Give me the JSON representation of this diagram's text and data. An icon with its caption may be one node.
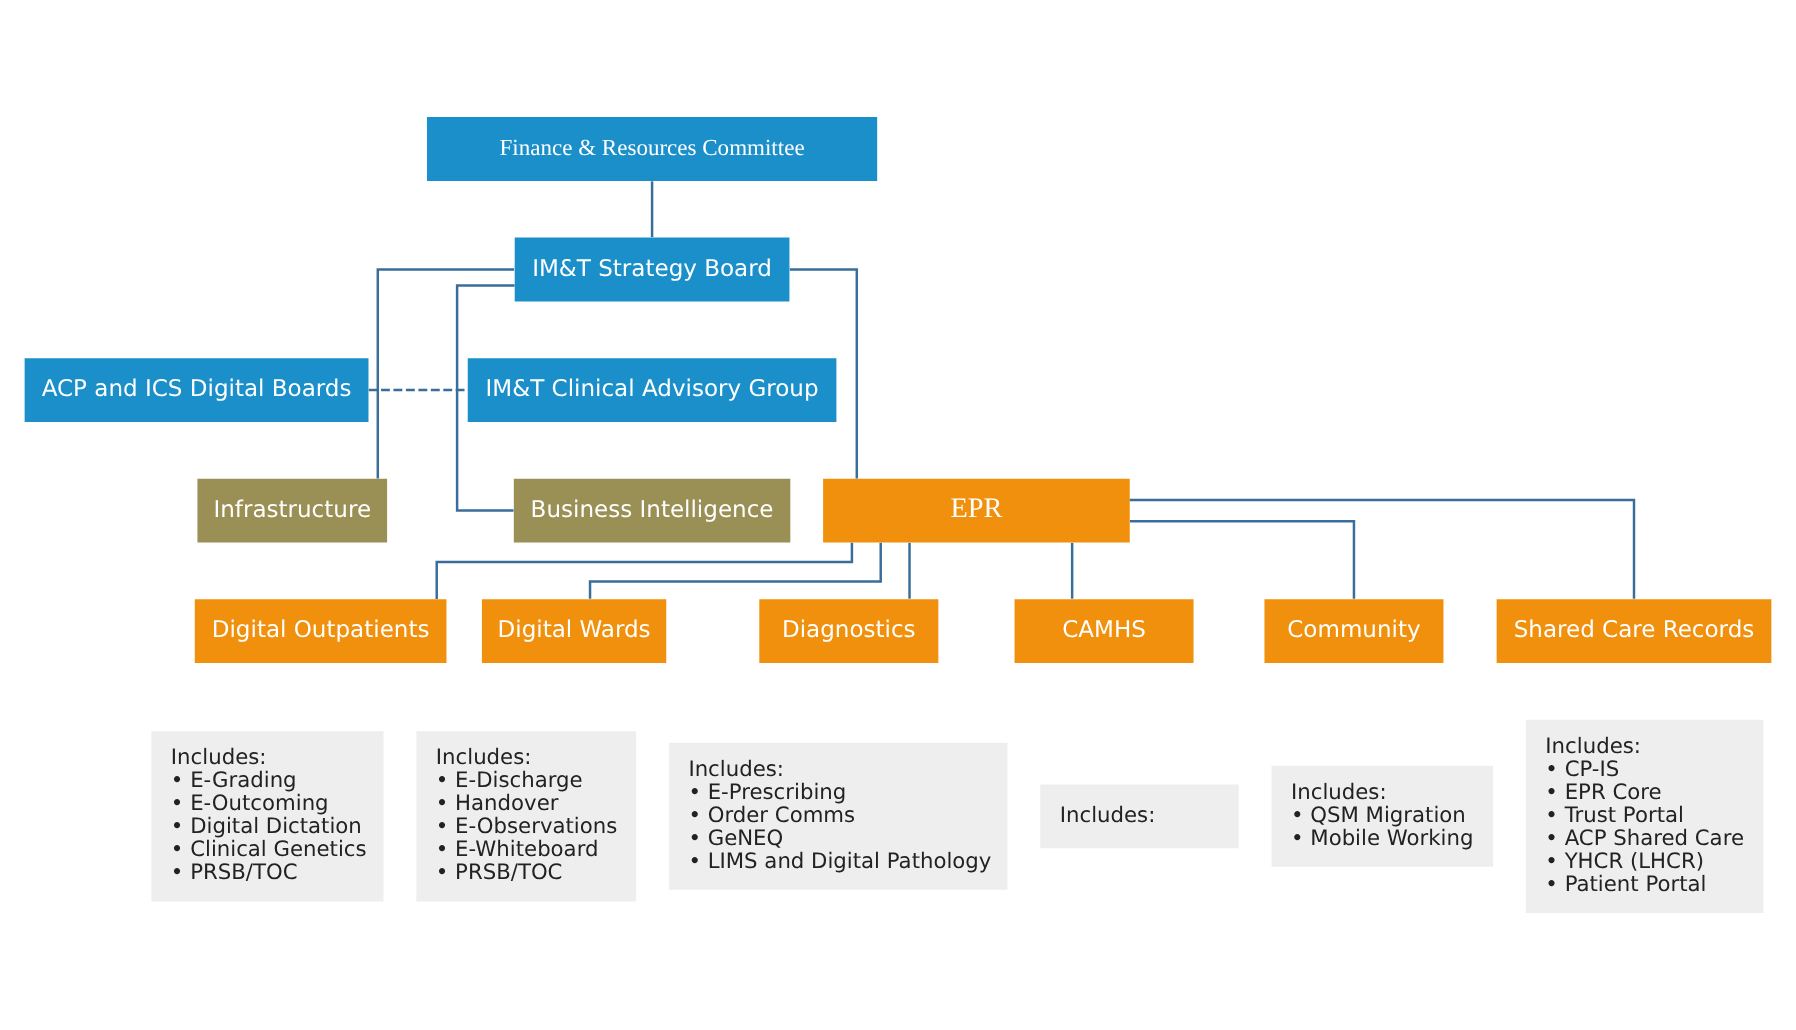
{
  "diagram": {
    "nodes": [
      {
        "text": [
          "Finance & Resources Committee"
        ]
      },
      {
        "text": [
          "IM&T Strategy Board"
        ]
      },
      {
        "text": [
          "ACP and ICS Digital Boards"
        ]
      },
      {
        "text": [
          "IM&T Clinical Advisory Group"
        ]
      },
      {
        "text": [
          "Infrastructure"
        ]
      },
      {
        "text": [
          "EPR"
        ]
      },
      {
        "text": [
          "Business Intelligence"
        ]
      },
      {
        "text": [
          "Digital Outpatients"
        ]
      },
      {
        "text": [
          "Digital Wards"
        ]
      },
      {
        "text": [
          "Diagnostics"
        ]
      },
      {
        "text": [
          "CAMHS"
        ]
      },
      {
        "text": [
          "Community"
        ]
      },
      {
        "text": [
          "Shared Care Records"
        ]
      },
      {
        "text": [
          "Includes:",
          "• E-Grading",
          "• E-Outcoming",
          "• Digital Dictation",
          "• Clinical Genetics",
          "• PRSB/TOC"
        ]
      },
      {
        "text": [
          "Includes:",
          "• E-Discharge",
          "• Handover",
          "• E-Observations",
          "• E-Whiteboard",
          "• PRSB/TOC"
        ]
      },
      {
        "text": [
          "Includes:",
          "• E-Prescribing",
          "• Order Comms",
          "• GeNEQ",
          "• LIMS and Digital Pathology"
        ]
      },
      {
        "text": [
          "Includes:"
        ]
      },
      {
        "text": [
          "Includes:",
          "• QSM Migration",
          "• Mobile Working"
        ]
      },
      {
        "text": [
          "Includes:",
          "• CP-IS",
          "• EPR Core",
          "• Trust Portal",
          "• ACP Shared Care",
          "• YHCR (LHCR)",
          "• Patient Portal"
        ]
      }
    ],
    "edges": [
      {
        "from": 0,
        "to": 1,
        "arrow": "none"
      },
      {
        "from": 2,
        "to": 3,
        "arrow": "none",
        "style": "dashed"
      },
      {
        "from": 1,
        "to": 4,
        "arrow": "none"
      },
      {
        "from": 1,
        "to": 5,
        "arrow": "none"
      },
      {
        "from": 1,
        "to": 6,
        "arrow": "none"
      },
      {
        "from": 5,
        "to": 7,
        "arrow": "none"
      },
      {
        "from": 5,
        "to": 8,
        "arrow": "none"
      },
      {
        "from": 5,
        "to": 9,
        "arrow": "none"
      },
      {
        "from": 5,
        "to": 10,
        "arrow": "none"
      },
      {
        "from": 5,
        "to": 11,
        "arrow": "none"
      },
      {
        "from": 5,
        "to": 12,
        "arrow": "none"
      }
    ]
  }
}
